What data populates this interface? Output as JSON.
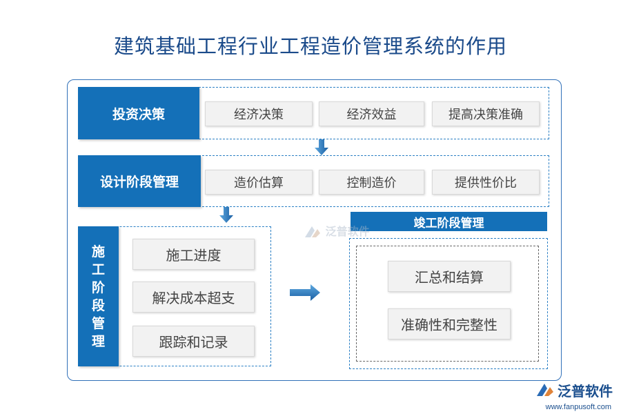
{
  "title": "建筑基础工程行业工程造价管理系统的作用",
  "sections": {
    "investment": {
      "label": "投资决策",
      "items": [
        "经济决策",
        "经济效益",
        "提高决策准确"
      ]
    },
    "design": {
      "label": "设计阶段管理",
      "items": [
        "造价估算",
        "控制造价",
        "提供性价比"
      ]
    },
    "construction": {
      "label_chars": [
        "施",
        "工",
        "阶",
        "段",
        "管",
        "理"
      ],
      "items": [
        "施工进度",
        "解决成本超支",
        "跟踪和记录"
      ]
    },
    "completion": {
      "label": "竣工阶段管理",
      "items": [
        "汇总和结算",
        "准确性和完整性"
      ]
    }
  },
  "watermark": {
    "text": "泛普软件"
  },
  "logo": {
    "text": "泛普软件",
    "url": "www.fanpusoft.com",
    "icon": "fanpu-logo-icon"
  },
  "colors": {
    "primary": "#1470b8",
    "border": "#2a7fc4",
    "title": "#1a4a8a",
    "chip": "#f2f2f2"
  }
}
